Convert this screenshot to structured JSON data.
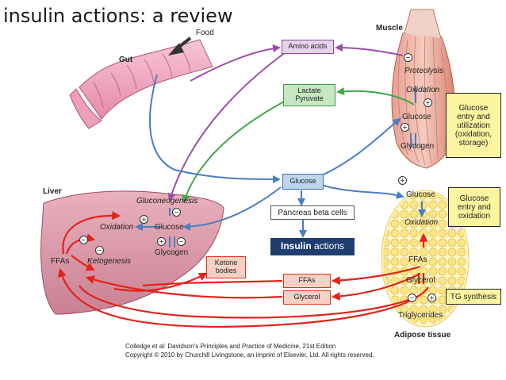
{
  "title": "insulin actions: a review",
  "regions": {
    "gut": "Gut",
    "food": "Food",
    "muscle": "Muscle",
    "liver": "Liver",
    "adipose": "Adipose tissue"
  },
  "boxes": {
    "amino_acids": "Amino acids",
    "lactate": "Lactate",
    "pyruvate": "Pyruvate",
    "glucose": "Glucose",
    "pancreas": "Pancreas beta cells",
    "insulin_bold": "Insulin",
    "insulin_rest": " actions",
    "ketone_1": "Ketone",
    "ketone_2": "bodies",
    "ffas": "FFAs",
    "glycerol": "Glycerol"
  },
  "muscle_labels": {
    "proteolysis": "Proteolysis",
    "oxidation": "Oxidation",
    "glucose": "Glucose",
    "glycogen": "Glycogen"
  },
  "liver_labels": {
    "gluconeogenesis": "Gluconeogenesis",
    "oxidation": "Oxidation",
    "glucose": "Glucose",
    "glycogen": "Glycogen",
    "ketogenesis": "Ketogenesis",
    "ffas": "FFAs"
  },
  "adipose_labels": {
    "glucose": "Glucose",
    "oxidation": "Oxidation",
    "ffas": "FFAs",
    "glycerol": "Glycerol",
    "triglycerides": "Triglycerides"
  },
  "notes": {
    "muscle": [
      "Glucose",
      "entry and",
      "utilization",
      "(oxidation,",
      "storage)"
    ],
    "adipose": [
      "Glucose",
      "entry and",
      "oxidation"
    ],
    "tg": "TG synthesis"
  },
  "signs": {
    "minus": "−",
    "plus": "+"
  },
  "credits": [
    "Colledge et al: Davidson's Principles and Practice of Medicine, 21st Edition",
    "Copyright © 2010 by Churchill Livingstone, an imprint of Elsevier, Ltd. All rights reserved."
  ],
  "colors": {
    "purple": "#9b4ea8",
    "green": "#3fa84a",
    "blue": "#4a7ec2",
    "red": "#e2231a",
    "navy": "#1f3d6e",
    "note_yellow": "#fbf5a0"
  }
}
